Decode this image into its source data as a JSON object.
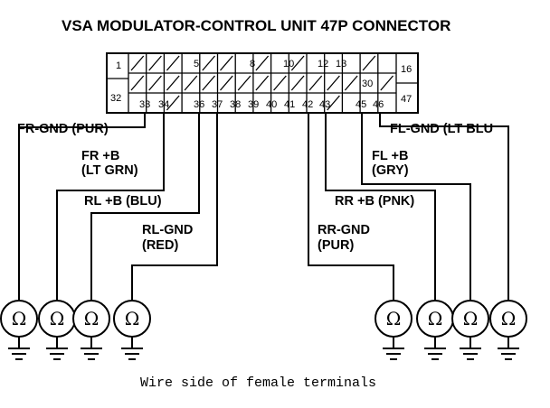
{
  "title": "VSA MODULATOR-CONTROL UNIT 47P CONNECTOR",
  "caption": "Wire side of female terminals",
  "ohm_symbol": "Ω",
  "connector": {
    "row1_pins": [
      "1",
      "5",
      "8",
      "10",
      "12",
      "13",
      "16"
    ],
    "row2_pins": [
      "30"
    ],
    "row3_pins": [
      "32",
      "33",
      "34",
      "36",
      "37",
      "38",
      "39",
      "40",
      "41",
      "42",
      "43",
      "45",
      "46",
      "47"
    ]
  },
  "wires": [
    {
      "id": "fr-gnd",
      "lines": [
        "FR-GND (PUR)"
      ],
      "pin": "33"
    },
    {
      "id": "fr-b",
      "lines": [
        "FR +B",
        "(LT GRN)"
      ],
      "pin": "34"
    },
    {
      "id": "rl-b",
      "lines": [
        "RL +B (BLU)"
      ],
      "pin": "36"
    },
    {
      "id": "rl-gnd",
      "lines": [
        "RL-GND",
        "(RED)"
      ],
      "pin": "37"
    },
    {
      "id": "rr-gnd",
      "lines": [
        "RR-GND",
        "(PUR)"
      ],
      "pin": "42"
    },
    {
      "id": "rr-b",
      "lines": [
        "RR +B (PNK)"
      ],
      "pin": "43"
    },
    {
      "id": "fl-b",
      "lines": [
        "FL +B",
        "(GRY)"
      ],
      "pin": "45"
    },
    {
      "id": "fl-gnd",
      "lines": [
        "FL-GND (LT BLU"
      ],
      "pin": "46"
    }
  ]
}
